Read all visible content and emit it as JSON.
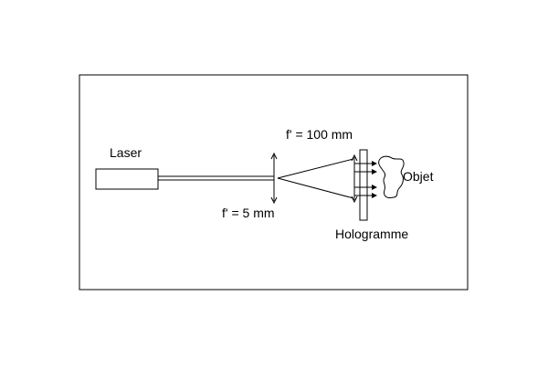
{
  "diagram": {
    "labels": {
      "laser": "Laser",
      "lens_short": "f' = 5 mm",
      "lens_long": "f' = 100 mm",
      "object": "Objet",
      "hologram": "Hologramme"
    },
    "colors": {
      "stroke": "#000000",
      "background": "#ffffff",
      "frame": "#000000"
    }
  }
}
